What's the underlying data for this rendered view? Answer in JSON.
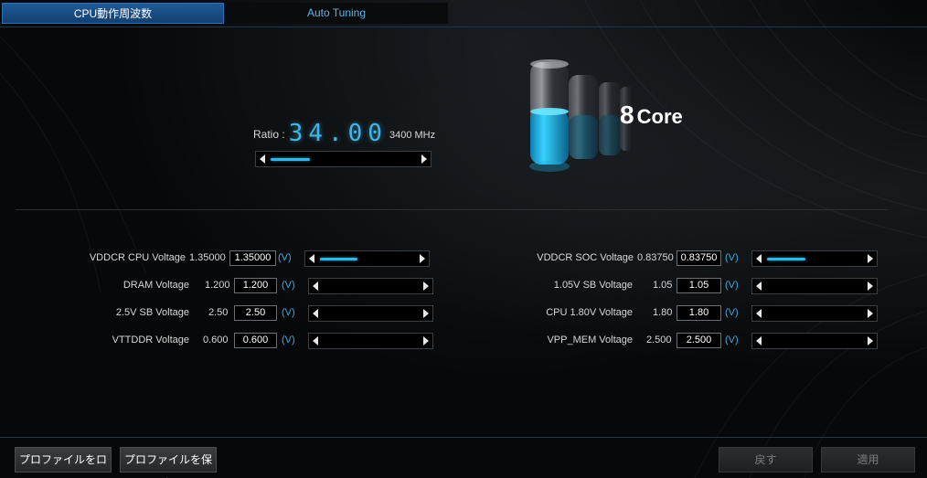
{
  "tabs": [
    {
      "label": "CPU動作周波数",
      "active": true
    },
    {
      "label": "Auto Tuning",
      "active": false
    }
  ],
  "ratio": {
    "label": "Ratio :",
    "value": "34.00",
    "frequency": "3400 MHz",
    "slider_level": 0.27
  },
  "cores": {
    "count": "8",
    "label": "Core"
  },
  "left_voltages": [
    {
      "label": "VDDCR CPU Voltage",
      "current": "1.35000",
      "value": "1.35000",
      "unit": "(V)",
      "slider_level": 0.4
    },
    {
      "label": "DRAM Voltage",
      "current": "1.200",
      "value": "1.200",
      "unit": "(V)",
      "slider_level": 0
    },
    {
      "label": "2.5V SB Voltage",
      "current": "2.50",
      "value": "2.50",
      "unit": "(V)",
      "slider_level": 0
    },
    {
      "label": "VTTDDR Voltage",
      "current": "0.600",
      "value": "0.600",
      "unit": "(V)",
      "slider_level": 0
    }
  ],
  "right_voltages": [
    {
      "label": "VDDCR SOC Voltage",
      "current": "0.83750",
      "value": "0.83750",
      "unit": "(V)",
      "slider_level": 0.4
    },
    {
      "label": "1.05V SB Voltage",
      "current": "1.05",
      "value": "1.05",
      "unit": "(V)",
      "slider_level": 0
    },
    {
      "label": "CPU 1.80V Voltage",
      "current": "1.80",
      "value": "1.80",
      "unit": "(V)",
      "slider_level": 0
    },
    {
      "label": "VPP_MEM Voltage",
      "current": "2.500",
      "value": "2.500",
      "unit": "(V)",
      "slider_level": 0
    }
  ],
  "buttons": {
    "load_profile": "プロファイルをロード",
    "save_profile": "プロファイルを保存",
    "revert": "戻す",
    "apply": "適用"
  },
  "colors": {
    "accent": "#31b6e6",
    "tab_active": "#1f5a98",
    "unit": "#3fa9e0"
  }
}
